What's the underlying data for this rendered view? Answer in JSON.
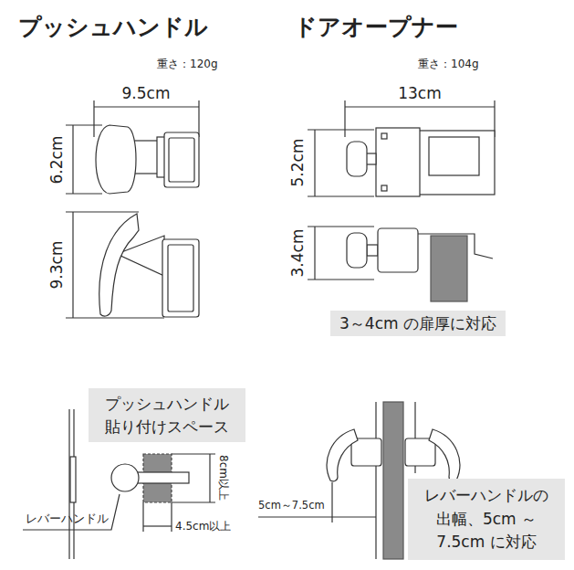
{
  "diagram": {
    "nodes": [
      {
        "text": [
          "3～4cm の扉厚に対応"
        ]
      },
      {
        "text": [
          "プッシュハンドル 貼り付けスペース"
        ]
      },
      {
        "text": [
          "レバーハンドルの 出幅、5cm ～ 7.5cm に対応"
        ]
      }
    ],
    "labels": [
      "プッシュハンドル",
      "重さ：120g",
      "9.5cm",
      "6.2cm",
      "9.3cm",
      "ドアオープナー",
      "重さ：104g",
      "13cm",
      "5.2cm",
      "3.4cm",
      "8cm以上",
      "4.5cm以上",
      "レバーハンドル",
      "5cm～7.5cm"
    ]
  }
}
